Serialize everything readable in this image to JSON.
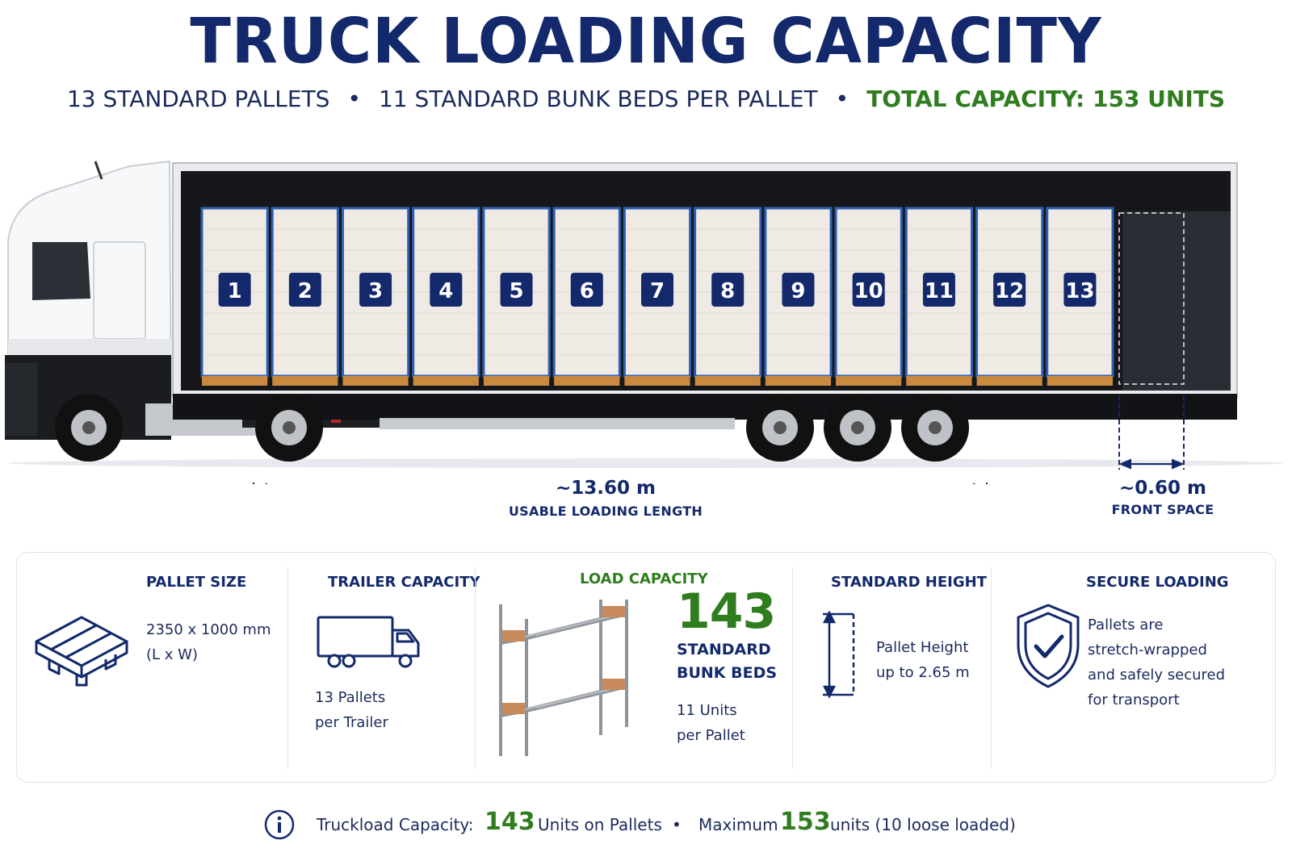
{
  "header": {
    "title": "TRUCK LOADING CAPACITY",
    "sub_pallets": "13 STANDARD PALLETS",
    "sub_beds": "11 STANDARD BUNK BEDS PER PALLET",
    "sub_total": "TOTAL CAPACITY: 153 UNITS",
    "separator": "•"
  },
  "pallets": [
    "1",
    "2",
    "3",
    "4",
    "5",
    "6",
    "7",
    "8",
    "9",
    "10",
    "11",
    "12",
    "13"
  ],
  "dimensions": {
    "length_value": "~13.60 m",
    "length_caption": "USABLE LOADING LENGTH",
    "front_value": "~0.60 m",
    "front_caption": "FRONT SPACE"
  },
  "panel": {
    "pallet_size": {
      "title": "PALLET SIZE",
      "line1": "2350 x 1000 mm",
      "line2": "(L x W)",
      "icon": "pallet-icon"
    },
    "trailer_capacity": {
      "title": "TRAILER CAPACITY",
      "line1": "13 Pallets",
      "line2": "per Trailer",
      "icon": "truck-icon"
    },
    "load_capacity": {
      "title": "LOAD CAPACITY",
      "number": "143",
      "label1": "STANDARD",
      "label2": "BUNK BEDS",
      "line1": "11 Units",
      "line2": "per Pallet",
      "icon": "bunk-bed-icon"
    },
    "standard_height": {
      "title": "STANDARD HEIGHT",
      "line1": "Pallet Height",
      "line2": "up to 2.65 m",
      "icon": "height-icon"
    },
    "secure_loading": {
      "title": "SECURE LOADING",
      "line1": "Pallets are",
      "line2": "stretch-wrapped",
      "line3": "and safely secured",
      "line4": "for transport",
      "icon": "shield-check-icon"
    }
  },
  "footer": {
    "label": "Truckload Capacity:",
    "num1": "143",
    "text1": "Units on Pallets",
    "separator": "•",
    "max_label": "Maximum",
    "num2": "153",
    "text2": "units (10 loose loaded)"
  },
  "colors": {
    "navy": "#13296b",
    "green": "#2f7d1f",
    "pallet_blue": "#2f5fb3"
  }
}
